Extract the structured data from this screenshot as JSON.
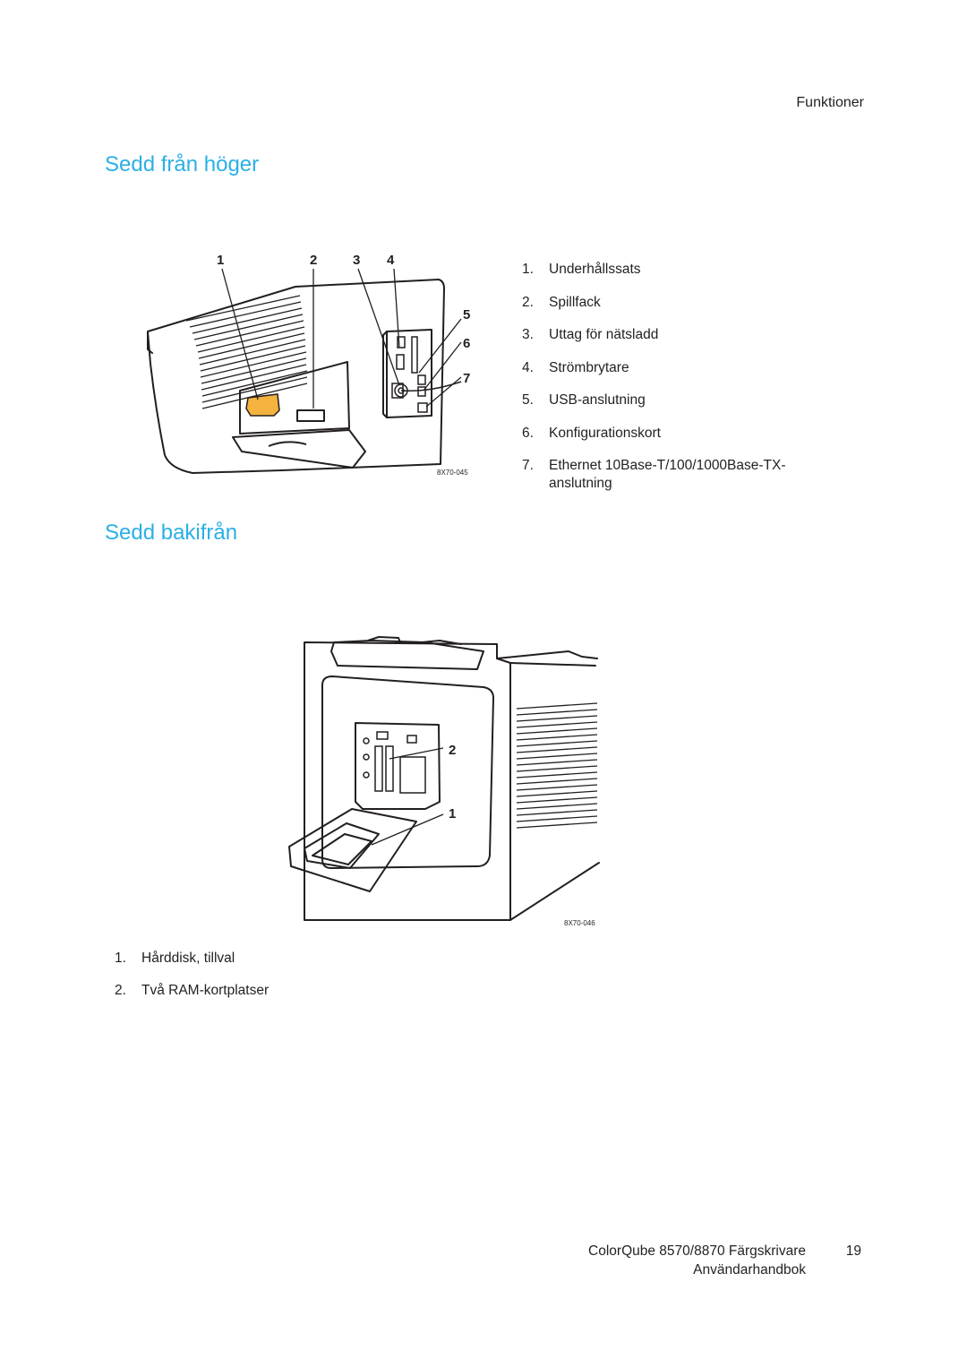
{
  "header": {
    "section": "Funktioner"
  },
  "sections": [
    {
      "heading": "Sedd från höger",
      "figure_code": "8X70-045",
      "callouts": [
        "1",
        "2",
        "3",
        "4",
        "5",
        "6",
        "7"
      ],
      "legend": [
        {
          "num": "1.",
          "text": "Underhållssats"
        },
        {
          "num": "2.",
          "text": "Spillfack"
        },
        {
          "num": "3.",
          "text": "Uttag för nätsladd"
        },
        {
          "num": "4.",
          "text": "Strömbrytare"
        },
        {
          "num": "5.",
          "text": "USB-anslutning"
        },
        {
          "num": "6.",
          "text": "Konfigurationskort"
        },
        {
          "num": "7.",
          "text": "Ethernet 10Base-T/100/1000Base-TX-anslutning"
        }
      ]
    },
    {
      "heading": "Sedd bakifrån",
      "figure_code": "8X70-046",
      "callouts": [
        "2",
        "1"
      ],
      "legend": [
        {
          "num": "1.",
          "text": "Hårddisk, tillval"
        },
        {
          "num": "2.",
          "text": "Två RAM-kortplatser"
        }
      ]
    }
  ],
  "footer": {
    "title_line1": "ColorQube 8570/8870 Färgskrivare",
    "title_line2": "Användarhandbok",
    "page_number": "19"
  },
  "colors": {
    "heading": "#2ab0e6",
    "text": "#231f20",
    "maintenance_kit": "#f4b23e"
  }
}
